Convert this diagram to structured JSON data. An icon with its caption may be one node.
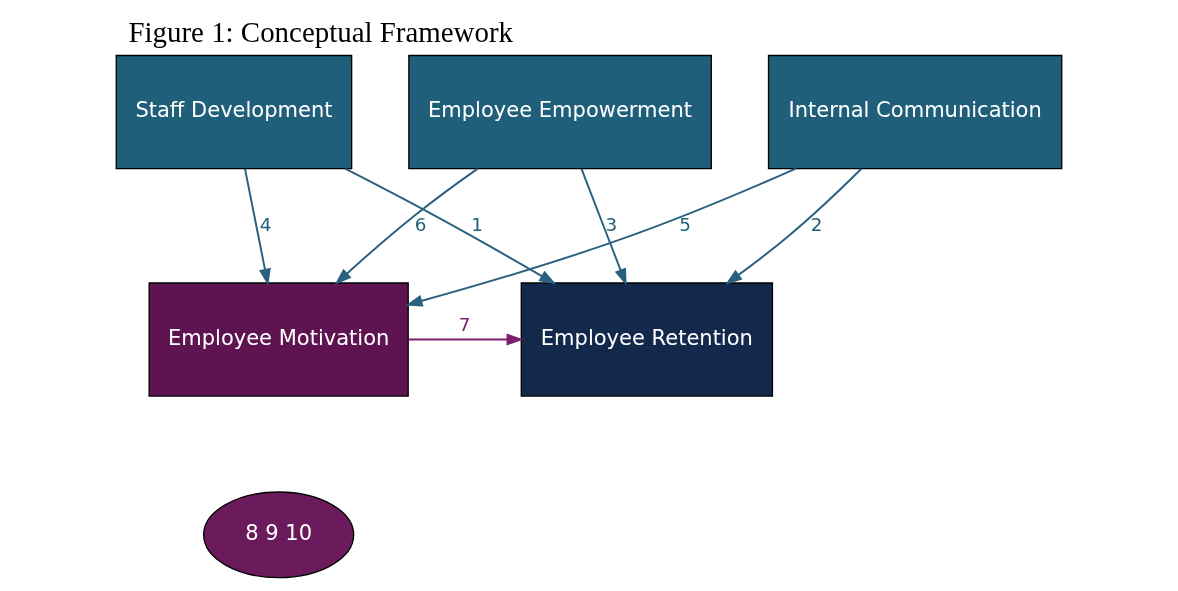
{
  "diagram": {
    "title": "Figure 1: Conceptual Framework",
    "nodes": [
      {
        "text": [
          "Staff Development"
        ]
      },
      {
        "text": [
          "Internal Communication"
        ]
      },
      {
        "text": [
          "Employee Empowerment"
        ]
      },
      {
        "text": [
          "Employee Motivation"
        ]
      },
      {
        "text": [
          "Employee Retention"
        ]
      },
      {
        "text": [
          "8 9 10"
        ]
      }
    ],
    "edges": [
      {
        "from": 0,
        "to": 4,
        "arrow": "to",
        "label": "1"
      },
      {
        "from": 1,
        "to": 4,
        "arrow": "to",
        "label": "2"
      },
      {
        "from": 2,
        "to": 4,
        "arrow": "to",
        "label": "3"
      },
      {
        "from": 0,
        "to": 3,
        "arrow": "to",
        "label": "4"
      },
      {
        "from": 1,
        "to": 3,
        "arrow": "to",
        "label": "5"
      },
      {
        "from": 2,
        "to": 3,
        "arrow": "to",
        "label": "6"
      },
      {
        "from": 3,
        "to": 4,
        "arrow": "to",
        "label": "7",
        "color": "#7a1f6e"
      }
    ]
  }
}
